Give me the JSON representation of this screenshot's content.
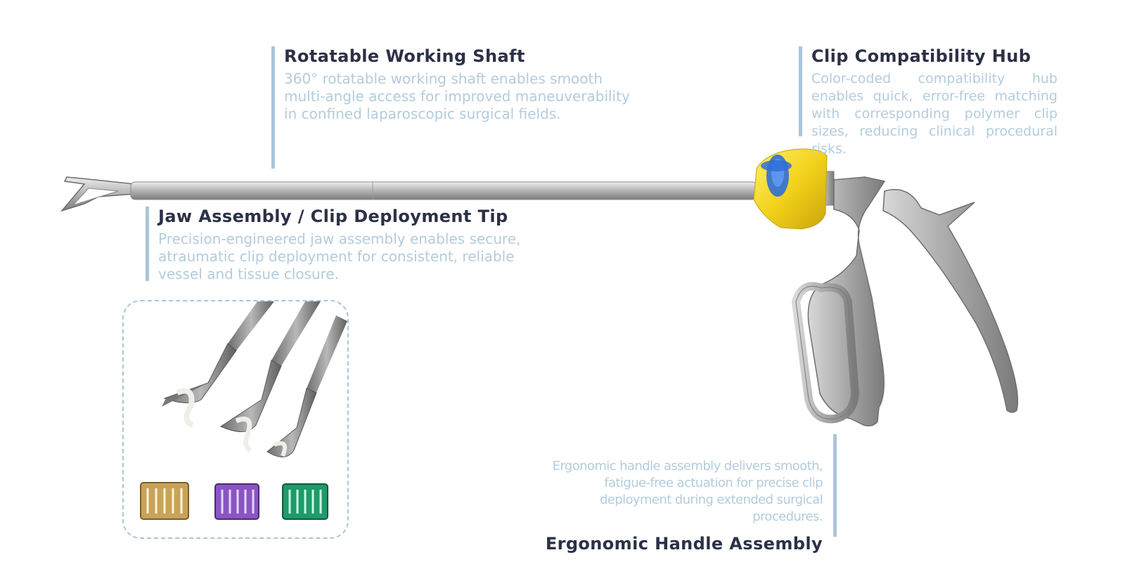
{
  "callouts": {
    "shaft": {
      "title": "Rotatable Working Shaft",
      "body": "360°  rotatable working shaft enables smooth multi-angle access for improved maneuverability in confined laparoscopic surgical fields."
    },
    "hub": {
      "title": "Clip Compatibility Hub",
      "body": "Color-coded compatibility hub enables quick, error-free matching with corresponding polymer clip sizes, reducing clinical procedural risks."
    },
    "jaw": {
      "title": "Jaw Assembly / Clip Deployment Tip",
      "body": "Precision-engineered jaw assembly enables secure, atraumatic clip deployment for consistent, reliable vessel and tissue closure."
    },
    "handle": {
      "title": "Ergonomic Handle Assembly",
      "body": "Ergonomic handle assembly delivers smooth, fatigue-free actuation for precise clip deployment during extended surgical procedures."
    }
  },
  "colors": {
    "accent_bar": "#a9c5dc",
    "title_text": "#2b3146",
    "body_text": "#b3ccdd",
    "hub_yellow": "#f2d21a",
    "hub_blue": "#2f6fd6",
    "cartridge_gold": "#c9a25a",
    "cartridge_purple": "#8a55c2",
    "cartridge_green": "#1f9a6a"
  },
  "images": {
    "instrument": "clip-applier-instrument-image",
    "inset": "jaw-tips-and-clip-cartridges-image"
  }
}
